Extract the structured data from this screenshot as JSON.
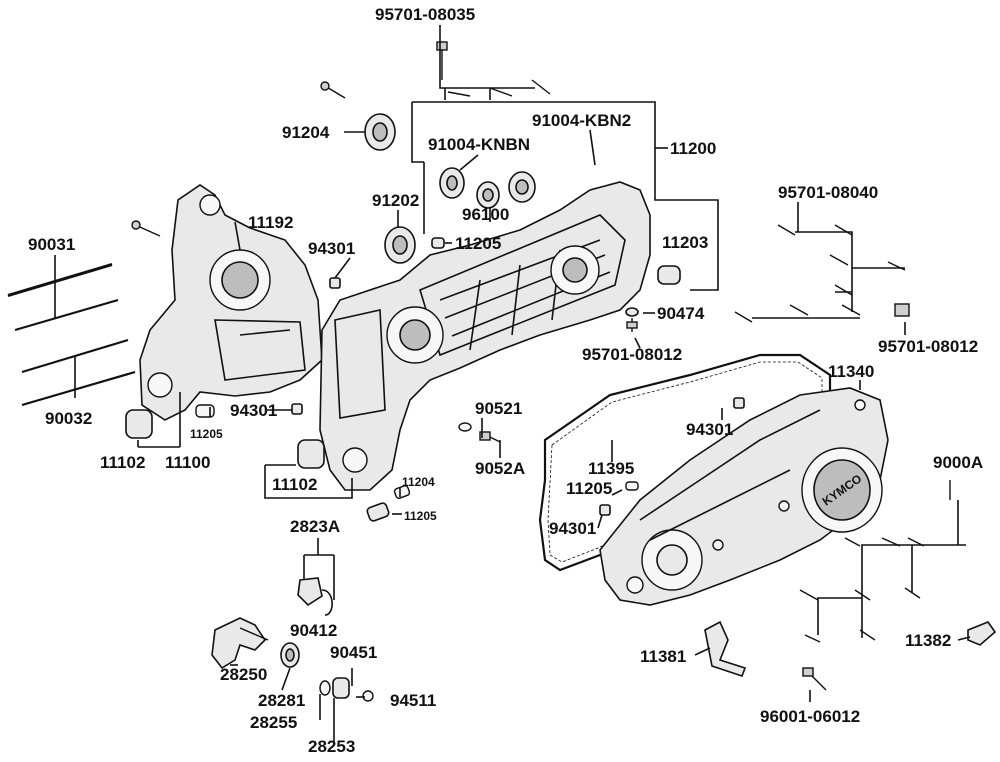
{
  "labels": {
    "p95701_08035": "95701-08035",
    "p91204": "91204",
    "p91004_kbn2": "91004-KBN2",
    "p91004_knbn": "91004-KNBN",
    "p11200": "11200",
    "p11192": "11192",
    "p91202": "91202",
    "p94301_a": "94301",
    "p96100": "96100",
    "p11205_a": "11205",
    "p11203": "11203",
    "p95701_08040": "95701-08040",
    "p90031": "90031",
    "p90474": "90474",
    "p95701_08012_a": "95701-08012",
    "p95701_08012_b": "95701-08012",
    "p90032": "90032",
    "p11340": "11340",
    "p90521": "90521",
    "p94301_b": "94301",
    "p94301_c": "94301",
    "p11205_b": "11205",
    "p11102_a": "11102",
    "p11100": "11100",
    "p9052a": "9052A",
    "p11395": "11395",
    "p11102_b": "11102",
    "p11204": "11204",
    "p11205_c": "11205",
    "p11205_d": "11205",
    "p9000a": "9000A",
    "p94301_d": "94301",
    "p2823a": "2823A",
    "p90412": "90412",
    "p90451": "90451",
    "p28250": "28250",
    "p94511": "94511",
    "p28281": "28281",
    "p28255": "28255",
    "p28253": "28253",
    "p11381": "11381",
    "p11382": "11382",
    "p96001_06012": "96001-06012"
  },
  "cover_brand": "KYMCO"
}
